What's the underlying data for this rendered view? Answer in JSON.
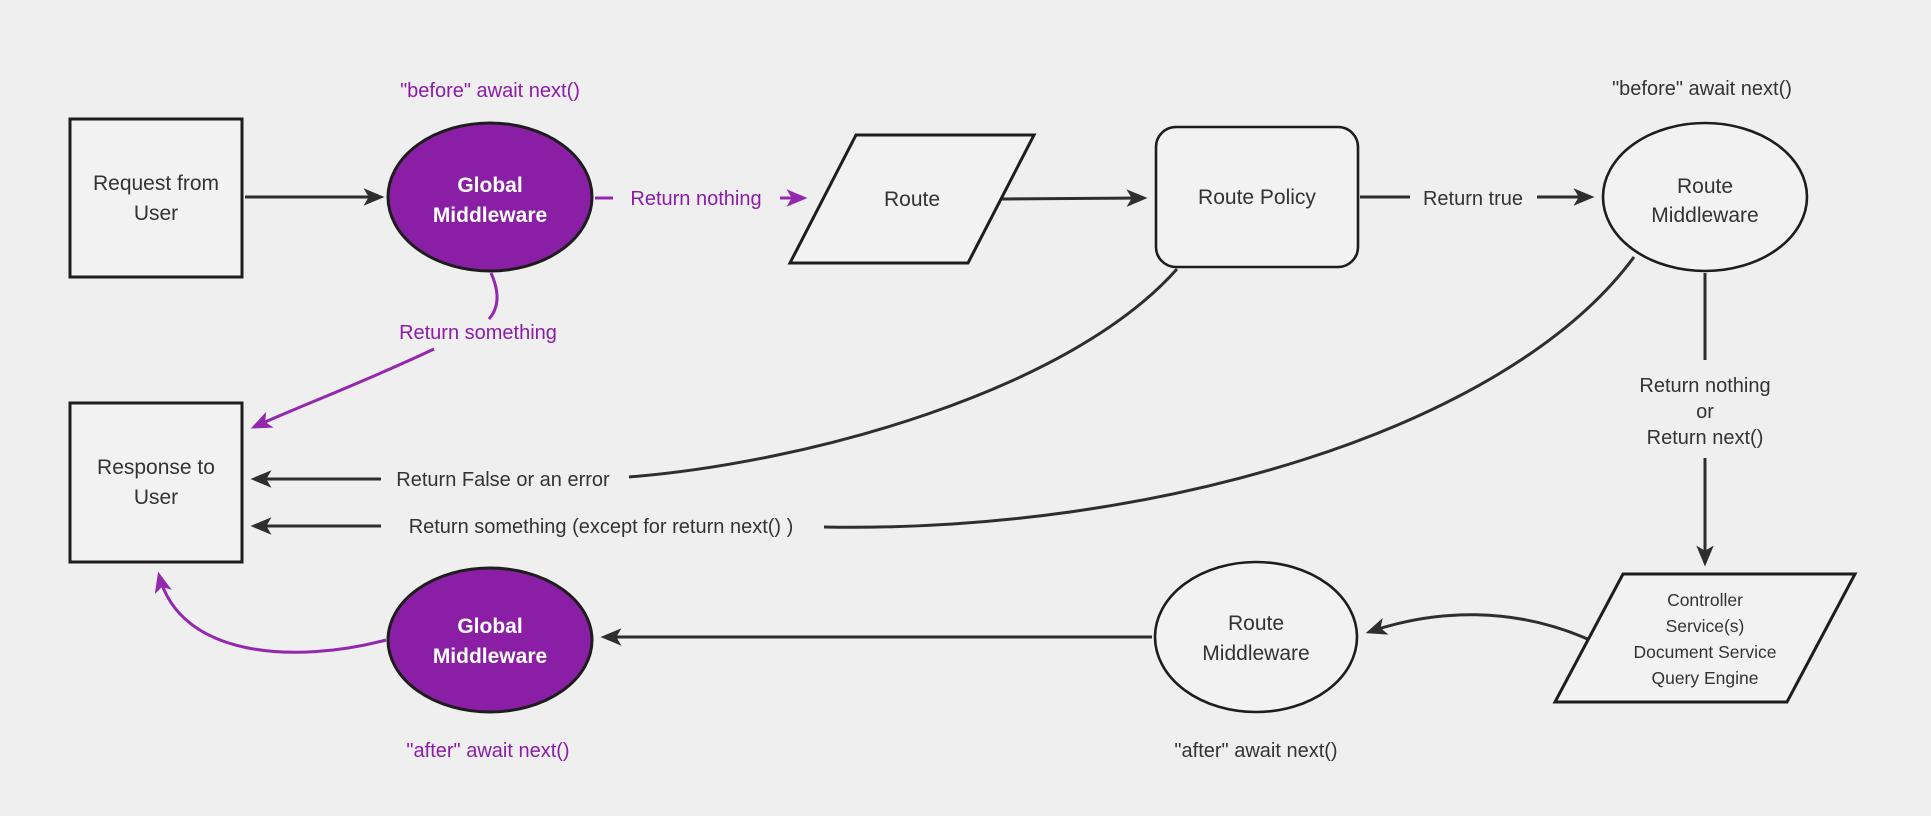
{
  "diagram": {
    "type": "flowchart",
    "colors": {
      "background": "#efefef",
      "node_fill": "#f2f2f2",
      "node_border": "#1d1d1d",
      "edge_dark": "#2e2e2e",
      "text_dark": "#333333",
      "purple_fill": "#8a1fa5",
      "purple_edge": "#9327ad",
      "purple_text": "#8b1ca8",
      "text_light": "#ffffff"
    },
    "nodes": {
      "request": {
        "label": "Request from\nUser",
        "shape": "rectangle"
      },
      "global_middleware_top": {
        "label": "Global\nMiddleware",
        "shape": "ellipse"
      },
      "route": {
        "label": "Route",
        "shape": "parallelogram"
      },
      "route_policy": {
        "label": "Route Policy",
        "shape": "rounded-rectangle"
      },
      "route_middleware_top": {
        "label": "Route\nMiddleware",
        "shape": "ellipse"
      },
      "controller": {
        "label": "Controller\nService(s)\nDocument Service\nQuery Engine",
        "shape": "parallelogram"
      },
      "route_middleware_bottom": {
        "label": "Route\nMiddleware",
        "shape": "ellipse"
      },
      "global_middleware_bottom": {
        "label": "Global\nMiddleware",
        "shape": "ellipse"
      },
      "response": {
        "label": "Response to\nUser",
        "shape": "rectangle"
      }
    },
    "labels": {
      "before_await_global": "\"before\" await next()",
      "before_await_route": "\"before\" await next()",
      "after_await_global": "\"after\" await next()",
      "after_await_route": "\"after\" await next()",
      "return_nothing": "Return nothing",
      "return_true": "Return true",
      "return_something": "Return something",
      "return_nothing_or_next": "Return nothing\nor\nReturn next()",
      "return_false": "Return False or an error",
      "return_something_except": "Return something (except for return next() )"
    }
  }
}
